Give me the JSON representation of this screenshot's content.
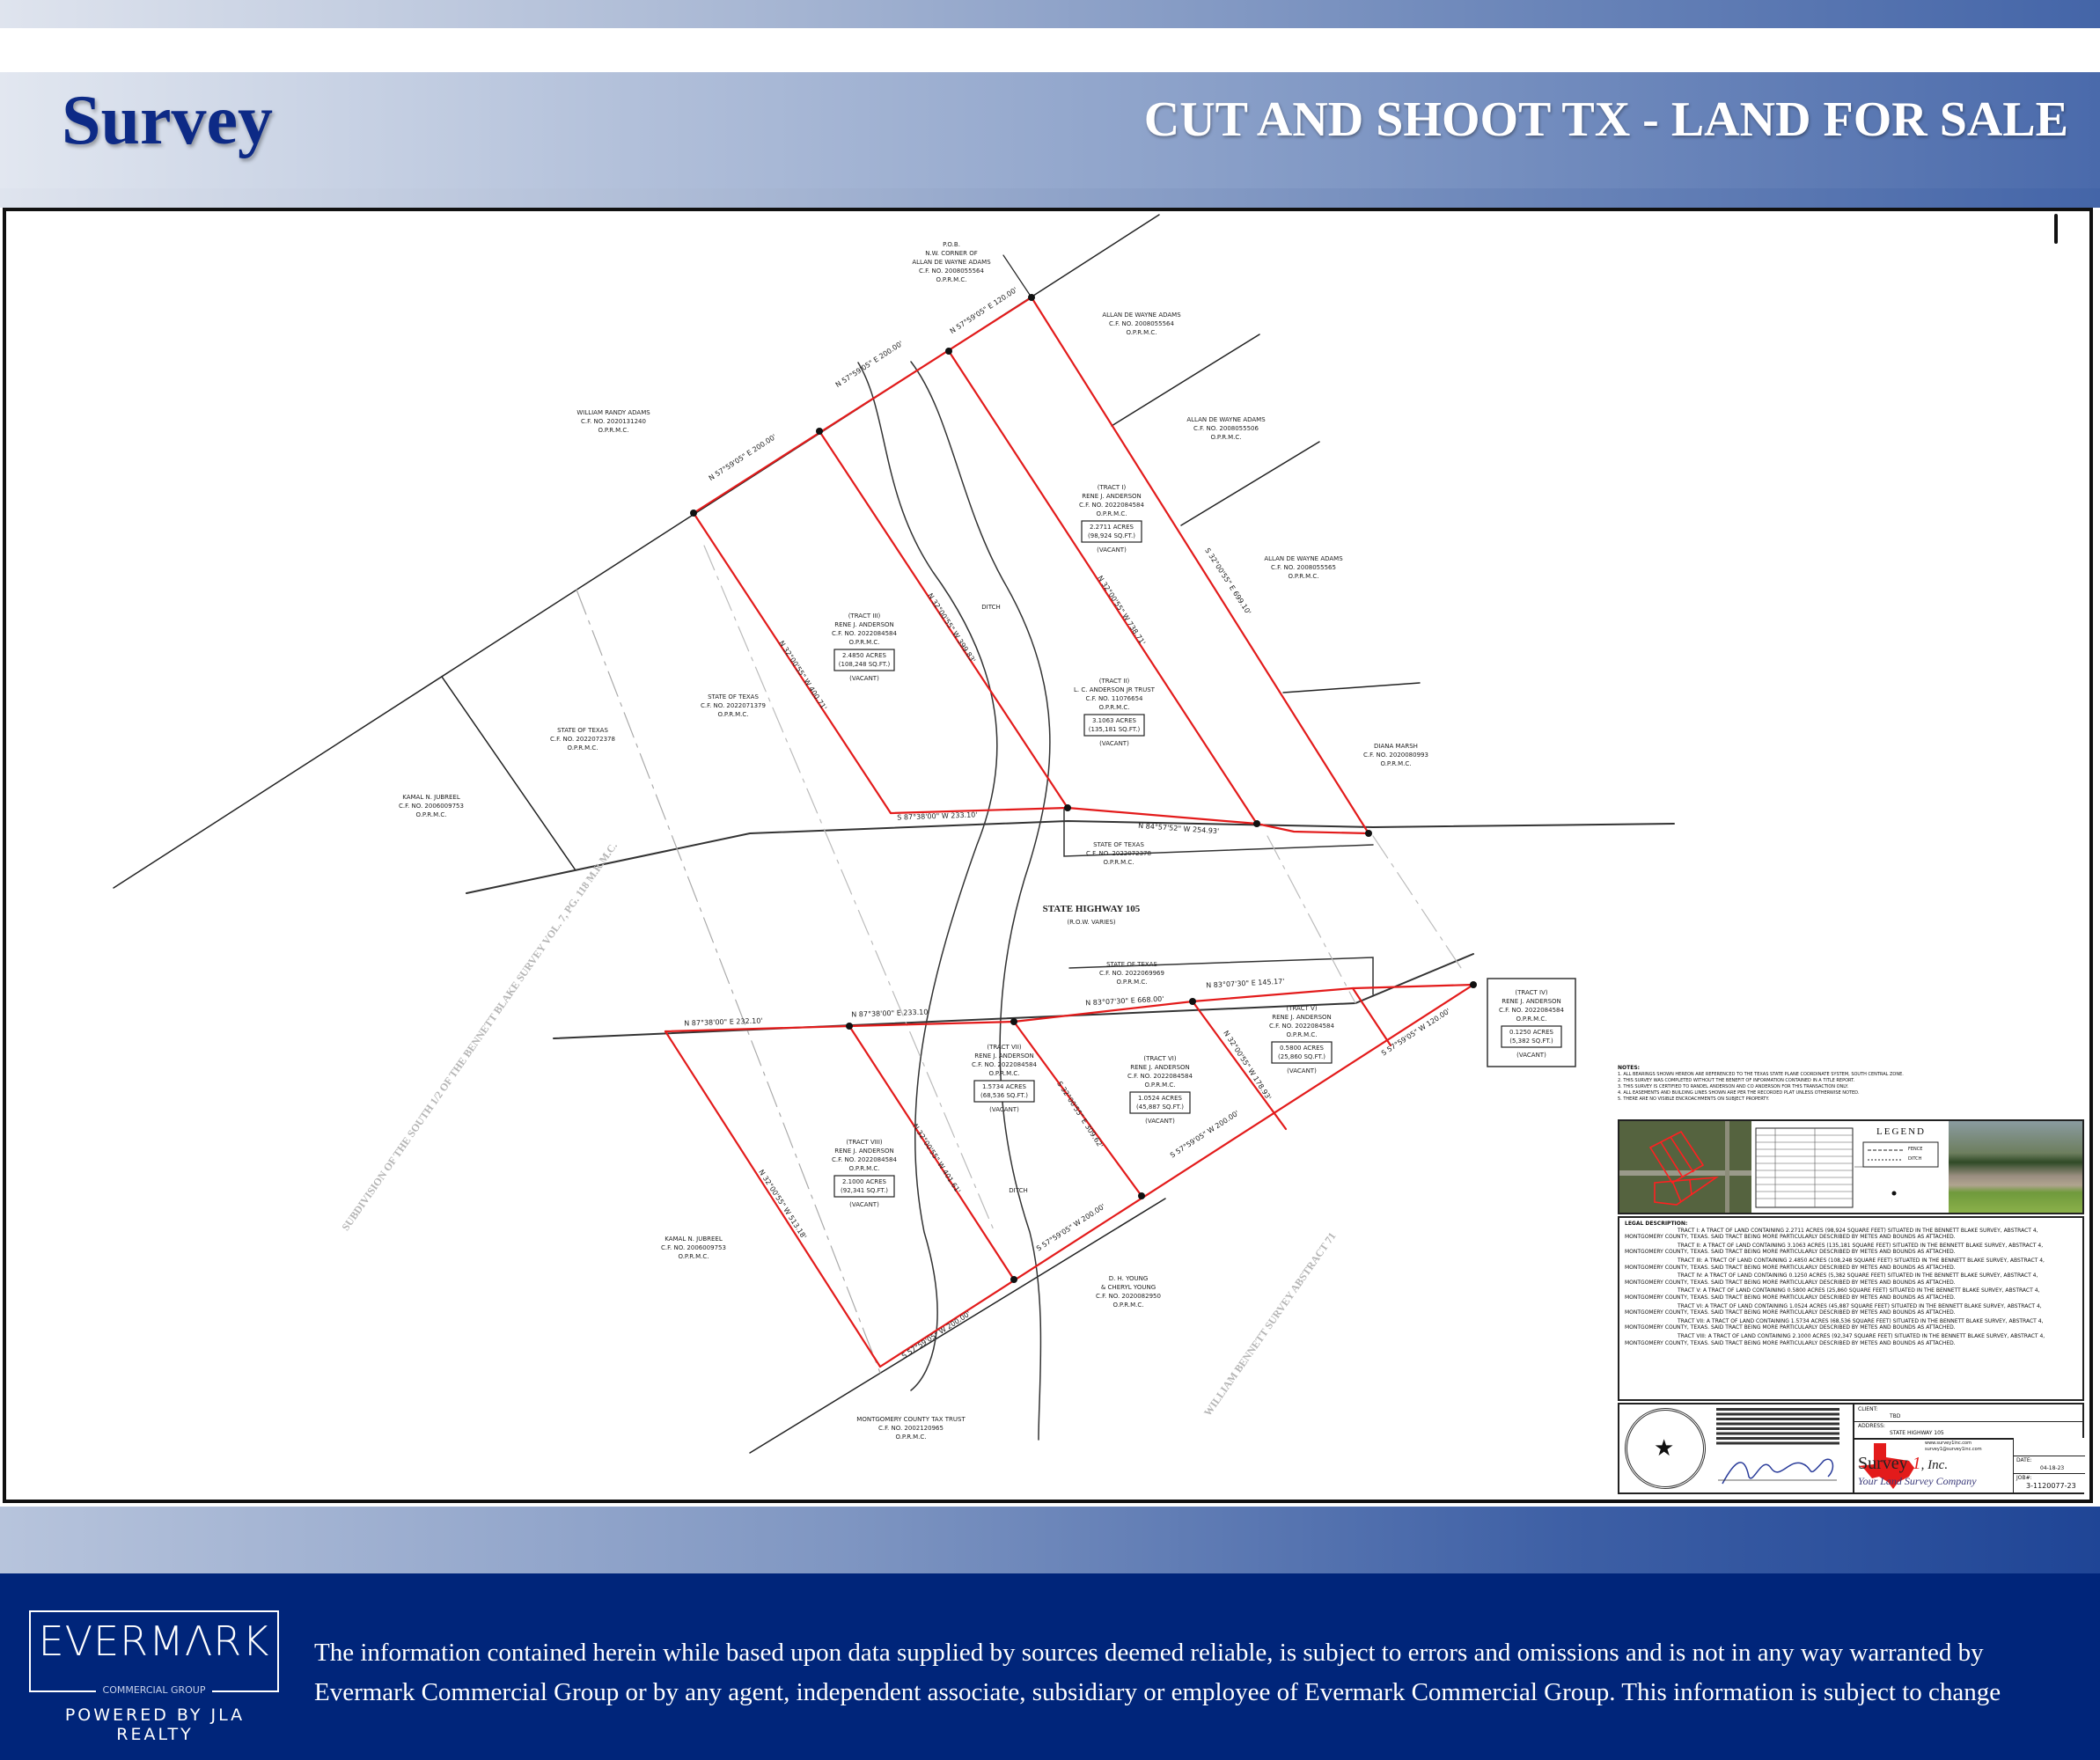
{
  "header": {
    "title": "Survey",
    "subtitle": "CUT AND SHOOT TX - LAND FOR SALE"
  },
  "map": {
    "owner_labels": [
      [
        "ALLAN DE WAYNE ADAMS",
        "C.F. NO. 2008055564",
        "O.P.R.M.C."
      ],
      [
        "ALLAN DE WAYNE ADAMS",
        "C.F. NO. 2008055506",
        "O.P.R.M.C."
      ],
      [
        "ALLAN DE WAYNE ADAMS",
        "C.F. NO. 2008055565",
        "O.P.R.M.C."
      ],
      [
        "WILLIAM RANDY ADAMS",
        "C.F. NO. 2020131240",
        "O.P.R.M.C."
      ],
      [
        "STATE OF TEXAS",
        "C.F. NO. 2022071379",
        "O.P.R.M.C."
      ],
      [
        "STATE OF TEXAS",
        "C.F. NO. 2022072378",
        "O.P.R.M.C."
      ],
      [
        "KAMAL N. JUBREEL",
        "C.F. NO. 2006009753",
        "O.P.R.M.C."
      ],
      [
        "DIANA MARSH",
        "C.F. NO. 2020080993",
        "O.P.R.M.C."
      ],
      [
        "STATE OF TEXAS",
        "C.F. NO. 2022072378",
        "O.P.R.M.C."
      ],
      [
        "STATE OF TEXAS",
        "C.F. NO. 2022069969",
        "O.P.R.M.C."
      ],
      [
        "KAMAL N. JUBREEL",
        "C.F. NO. 2006009753",
        "O.P.R.M.C."
      ],
      [
        "D. H. YOUNG",
        "& CHERYL YOUNG",
        "C.F. NO. 2020082950",
        "O.P.R.M.C."
      ],
      [
        "MONTGOMERY COUNTY TAX TRUST",
        "C.F. NO. 2002120965",
        "O.P.R.M.C."
      ],
      [
        "P.O.B.",
        "N.W. CORNER OF",
        "ALLAN DE WAYNE ADAMS",
        "C.F. NO. 2008055564",
        "O.P.R.M.C."
      ]
    ],
    "tract_labels": [
      {
        "lines": [
          "(TRACT I)",
          "RENE J. ANDERSON",
          "C.F. NO. 2022084584",
          "O.P.R.M.C."
        ],
        "area": [
          "2.2711 ACRES",
          "(98,924 SQ.FT.)"
        ],
        "status": "(VACANT)"
      },
      {
        "lines": [
          "(TRACT III)",
          "RENE J. ANDERSON",
          "C.F. NO. 2022084584",
          "O.P.R.M.C."
        ],
        "area": [
          "2.4850 ACRES",
          "(108,248 SQ.FT.)"
        ],
        "status": "(VACANT)"
      },
      {
        "lines": [
          "(TRACT II)",
          "L. C. ANDERSON JR TRUST",
          "C.F. NO. 11076654",
          "O.P.R.M.C."
        ],
        "area": [
          "3.1063 ACRES",
          "(135,181 SQ.FT.)"
        ],
        "status": "(VACANT)"
      },
      {
        "lines": [
          "(TRACT IV)",
          "RENE J. ANDERSON",
          "C.F. NO. 2022084584",
          "O.P.R.M.C."
        ],
        "area": [
          "0.1250 ACRES",
          "(5,382 SQ.FT.)"
        ],
        "status": "(VACANT)"
      },
      {
        "lines": [
          "(TRACT V)",
          "RENE J. ANDERSON",
          "C.F. NO. 2022084584",
          "O.P.R.M.C."
        ],
        "area": [
          "0.5800 ACRES",
          "(25,860 SQ.FT.)"
        ],
        "status": "(VACANT)"
      },
      {
        "lines": [
          "(TRACT VI)",
          "RENE J. ANDERSON",
          "C.F. NO. 2022084584",
          "O.P.R.M.C."
        ],
        "area": [
          "1.0524 ACRES",
          "(45,887 SQ.FT.)"
        ],
        "status": "(VACANT)"
      },
      {
        "lines": [
          "(TRACT VII)",
          "RENE J. ANDERSON",
          "C.F. NO. 2022084584",
          "O.P.R.M.C."
        ],
        "area": [
          "1.5734 ACRES",
          "(68,536 SQ.FT.)"
        ],
        "status": "(VACANT)"
      },
      {
        "lines": [
          "(TRACT VIII)",
          "RENE J. ANDERSON",
          "C.F. NO. 2022084584",
          "O.P.R.M.C."
        ],
        "area": [
          "2.1000 ACRES",
          "(92,341 SQ.FT.)"
        ],
        "status": "(VACANT)"
      }
    ],
    "bearings": [
      "N 57°59'05\" E 200.00'",
      "N 57°59'05\" E 200.00'",
      "N 57°59'05\" E 120.00'",
      "N 32°00'55\" W 400.71'",
      "N 32°00'55\" W 399.83'",
      "N 32°00'55\" W 738.71'",
      "S 32°00'55\" E 699.10'",
      "S 87°38'00\" W 233.10'",
      "N 84°57'52\" W 254.93'",
      "N 87°38'00\" E 232.10'",
      "N 87°38'00\" E 233.10'",
      "N 83°07'30\" E 668.00'",
      "N 83°07'30\" E 145.17'",
      "S 57°59'05\" W 200.00'",
      "S 57°59'05\" W 200.00'",
      "S 57°59'05\" W 200.00'",
      "S 57°59'05\" W 120.00'",
      "N 32°00'55\" W 513.18'",
      "N 32°00'55\" W 401.61'",
      "S 32°00'55\" E 309.62'",
      "N 32°00'55\" W 178.93'"
    ],
    "highway": {
      "name": "STATE HIGHWAY 105",
      "row": "(R.O.W. VARIES)"
    },
    "ditch_labels": [
      "DITCH",
      "DITCH"
    ],
    "survey_labels": [
      "SUBDIVISION OF THE SOUTH 1/2 OF THE BENNETT BLAKE SURVEY VOL. 7, PG. 118 M.R.M.C.",
      "WILLIAM BENNETT SURVEY ABSTRACT 71"
    ]
  },
  "title_block": {
    "notes_heading": "NOTES:",
    "notes": [
      "1. ALL BEARINGS SHOWN HEREON ARE REFERENCED TO THE TEXAS STATE PLANE COORDINATE SYSTEM, SOUTH CENTRAL ZONE.",
      "2. THIS SURVEY WAS COMPLETED WITHOUT THE BENEFIT OF INFORMATION CONTAINED IN A TITLE REPORT.",
      "3. THIS SURVEY IS CERTIFIED TO RANDEL ANDERSON AND CO ANDERSON FOR THIS TRANSACTION ONLY.",
      "4. ALL EASEMENTS AND BUILDING LINES SHOWN ARE PER THE RECORDED PLAT UNLESS OTHERWISE NOTED.",
      "5. THERE ARE NO VISIBLE ENCROACHMENTS ON SUBJECT PROPERTY."
    ],
    "legend_title": "LEGEND",
    "legend_items": [
      "FENCE",
      "DITCH"
    ],
    "legal_heading": "LEGAL DESCRIPTION:",
    "legal": [
      "TRACT I: A TRACT OF LAND CONTAINING 2.2711 ACRES (98,924 SQUARE FEET) SITUATED IN THE BENNETT BLAKE SURVEY, ABSTRACT 4, MONTGOMERY COUNTY, TEXAS. SAID TRACT BEING MORE PARTICULARLY DESCRIBED BY METES AND BOUNDS AS ATTACHED.",
      "TRACT II: A TRACT OF LAND CONTAINING 3.1063 ACRES (135,181 SQUARE FEET) SITUATED IN THE BENNETT BLAKE SURVEY, ABSTRACT 4, MONTGOMERY COUNTY, TEXAS. SAID TRACT BEING MORE PARTICULARLY DESCRIBED BY METES AND BOUNDS AS ATTACHED.",
      "TRACT III: A TRACT OF LAND CONTAINING 2.4850 ACRES (108,248 SQUARE FEET) SITUATED IN THE BENNETT BLAKE SURVEY, ABSTRACT 4, MONTGOMERY COUNTY, TEXAS. SAID TRACT BEING MORE PARTICULARLY DESCRIBED BY METES AND BOUNDS AS ATTACHED.",
      "TRACT IV: A TRACT OF LAND CONTAINING 0.1250 ACRES (5,382 SQUARE FEET) SITUATED IN THE BENNETT BLAKE SURVEY, ABSTRACT 4, MONTGOMERY COUNTY, TEXAS. SAID TRACT BEING MORE PARTICULARLY DESCRIBED BY METES AND BOUNDS AS ATTACHED.",
      "TRACT V: A TRACT OF LAND CONTAINING 0.5800 ACRES (25,860 SQUARE FEET) SITUATED IN THE BENNETT BLAKE SURVEY, ABSTRACT 4, MONTGOMERY COUNTY, TEXAS. SAID TRACT BEING MORE PARTICULARLY DESCRIBED BY METES AND BOUNDS AS ATTACHED.",
      "TRACT VI: A TRACT OF LAND CONTAINING 1.0524 ACRES (45,887 SQUARE FEET) SITUATED IN THE BENNETT BLAKE SURVEY, ABSTRACT 4, MONTGOMERY COUNTY, TEXAS. SAID TRACT BEING MORE PARTICULARLY DESCRIBED BY METES AND BOUNDS AS ATTACHED.",
      "TRACT VII: A TRACT OF LAND CONTAINING 1.5734 ACRES (68,536 SQUARE FEET) SITUATED IN THE BENNETT BLAKE SURVEY, ABSTRACT 4, MONTGOMERY COUNTY, TEXAS. SAID TRACT BEING MORE PARTICULARLY DESCRIBED BY METES AND BOUNDS AS ATTACHED.",
      "TRACT VIII: A TRACT OF LAND CONTAINING 2.1000 ACRES (92,347 SQUARE FEET) SITUATED IN THE BENNETT BLAKE SURVEY, ABSTRACT 4, MONTGOMERY COUNTY, TEXAS. SAID TRACT BEING MORE PARTICULARLY DESCRIBED BY METES AND BOUNDS AS ATTACHED."
    ],
    "client_label": "CLIENT:",
    "client": "TBD",
    "address_label": "ADDRESS:",
    "address": "STATE HIGHWAY 105",
    "website": "www.survey1inc.com",
    "email": "survey1@survey1inc.com",
    "company": "Survey",
    "company_num": "1",
    "company_suffix": ", Inc.",
    "tagline": "Your Land Survey Company",
    "date_label": "DATE:",
    "date": "04-18-23",
    "job_label": "JOB#:",
    "job": "3-1120077-23"
  },
  "footer": {
    "logo_word": "EVERMΛRK",
    "logo_sub": "COMMERCIAL GROUP",
    "powered_by": "POWERED BY JLA REALTY",
    "disclaimer_line1": "The information contained herein while based upon data supplied by sources deemed reliable, is subject to errors and omissions and is not in any way warranted by",
    "disclaimer_line2": "Evermark Commercial Group or by any agent, independent associate, subsidiary or employee of Evermark Commercial Group. This information is subject to change"
  }
}
